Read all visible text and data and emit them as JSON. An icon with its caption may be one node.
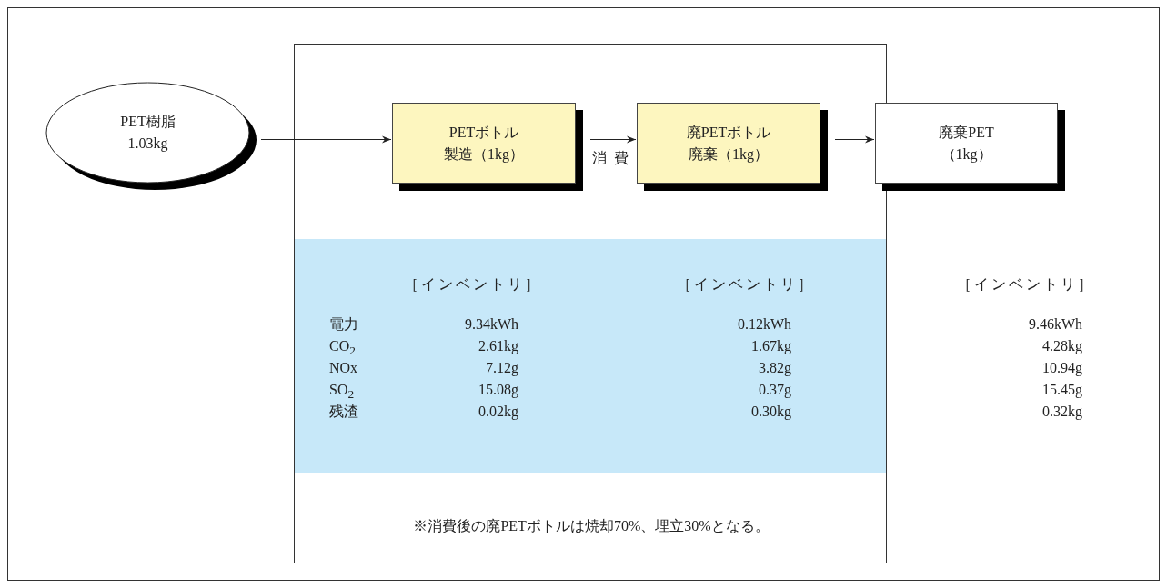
{
  "diagram": {
    "nodes": [
      {
        "text": [
          "PET樹脂",
          "1.03kg"
        ]
      },
      {
        "text": [
          "PETボトル",
          "製造（1kg）"
        ]
      },
      {
        "text": [
          "廃PETボトル",
          "廃棄（1kg）"
        ]
      },
      {
        "text": [
          "廃棄PET",
          "（1kg）"
        ]
      }
    ],
    "edges": [
      {
        "from": 0,
        "to": 1,
        "arrow": "to"
      },
      {
        "from": 1,
        "to": 2,
        "arrow": "to",
        "label": "消費"
      },
      {
        "from": 2,
        "to": 3,
        "arrow": "to"
      }
    ],
    "labels": [
      "［インベントリ］",
      "［インベントリ］",
      "［インベントリ］",
      "電力",
      "9.34kWh",
      "0.12kWh",
      "9.46kWh",
      "CO$_{2}$",
      "2.61kg",
      "1.67kg",
      "4.28kg",
      "NOx",
      "7.12g",
      "3.82g",
      "10.94g",
      "SO$_{2}$",
      "15.08g",
      "0.37g",
      "15.45g",
      "残渣",
      "0.02kg",
      "0.30kg",
      "0.32kg",
      "※消費後の廃PETボトルは焼却70%、埋立30%となる。"
    ]
  }
}
